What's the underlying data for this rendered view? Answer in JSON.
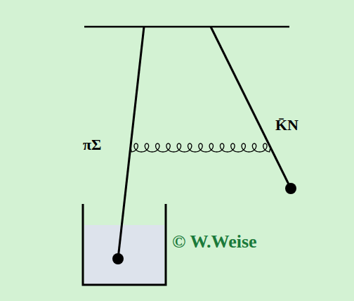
{
  "diagram": {
    "labels": [
      "πΣ",
      "K̄N",
      "© W.Weise"
    ]
  }
}
